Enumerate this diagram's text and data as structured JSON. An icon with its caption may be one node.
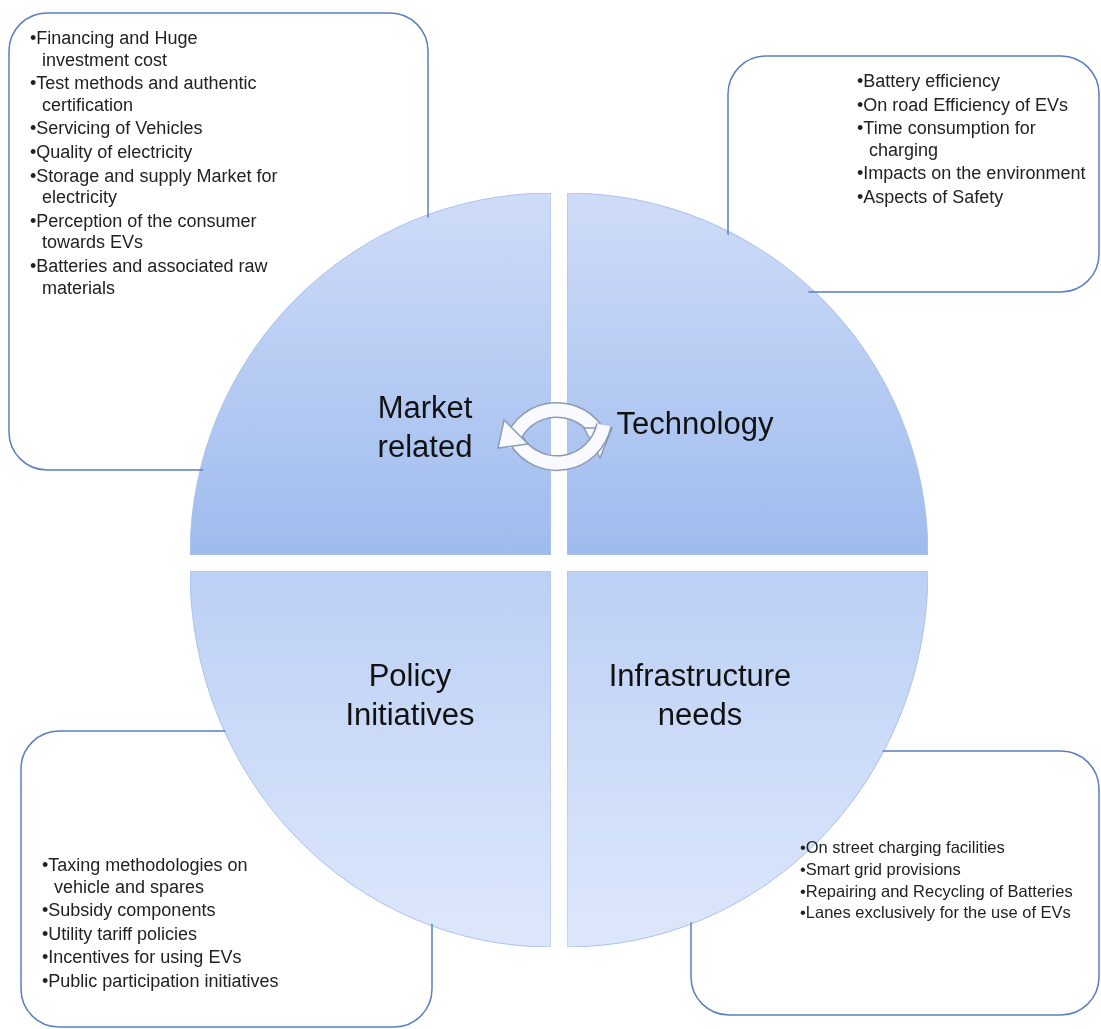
{
  "diagram": {
    "nodes": [
      {
        "text": [
          "•Financing and Huge investment cost",
          "•Test methods and authentic certification",
          "•Servicing of Vehicles",
          "•Quality of electricity",
          "•Storage and supply Market for electricity",
          "•Perception of the consumer towards EVs",
          "•Batteries and associated raw materials"
        ]
      },
      {
        "text": [
          "•Battery efficiency",
          "•On road Efficiency of EVs",
          "•Time consumption for charging",
          "•Impacts on the environment",
          "•Aspects of Safety"
        ]
      },
      {
        "text": [
          "Market related"
        ]
      },
      {
        "text": [
          "Technology"
        ]
      },
      {
        "text": [
          "Policy Initiatives"
        ]
      },
      {
        "text": [
          "Infrastructure needs"
        ]
      },
      {
        "text": [
          "•Taxing methodologies on vehicle and spares",
          "•Subsidy components",
          "•Utility tariff policies",
          "•Incentives for using EVs",
          "•Public participation initiatives"
        ]
      },
      {
        "text": [
          "•On street charging facilities",
          "•Smart grid provisions",
          "•Repairing and Recycling of Batteries",
          "•Lanes exclusively for the use of EVs"
        ]
      }
    ]
  }
}
